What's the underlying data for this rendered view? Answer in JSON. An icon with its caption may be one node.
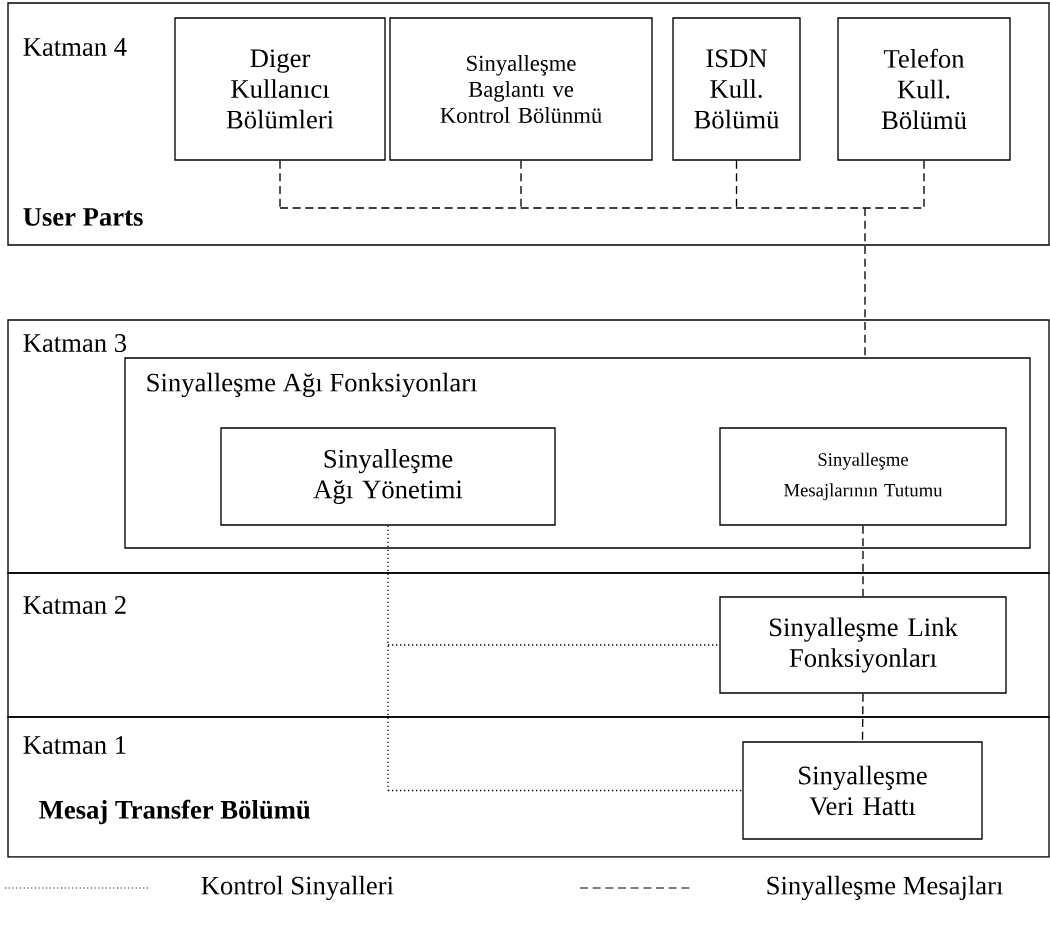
{
  "diagram": {
    "nodes": [
      {
        "text": [
          "Katman 4",
          "User Parts"
        ]
      },
      {
        "text": [
          "Diger Kullanıcı Bölümleri"
        ],
        "in": 0
      },
      {
        "text": [
          "Sinyalleşme Baglantı ve Kontrol Bölünmü"
        ],
        "in": 0
      },
      {
        "text": [
          "ISDN Kull. Bölümü"
        ],
        "in": 0
      },
      {
        "text": [
          "Telefon Kull. Bölümü"
        ],
        "in": 0
      },
      {
        "text": [
          "Katman 3"
        ]
      },
      {
        "text": [
          "Sinyalleşme Ağı Fonksiyonları"
        ],
        "in": 5
      },
      {
        "text": [
          "Sinyalleşme Ağı Yönetimi"
        ],
        "in": 6
      },
      {
        "text": [
          "Sinyalleşme Mesajlarının Tutumu"
        ],
        "in": 6
      },
      {
        "text": [
          "Katman 2"
        ]
      },
      {
        "text": [
          "Sinyalleşme Link Fonksiyonları"
        ],
        "in": 9
      },
      {
        "text": [
          "Katman 1",
          "Mesaj Transfer Bölümü"
        ]
      },
      {
        "text": [
          "Sinyalleşme Veri Hattı"
        ],
        "in": 11
      }
    ],
    "edges": [
      {
        "from": 1,
        "to": 6,
        "arrow": "none",
        "style": "dashed"
      },
      {
        "from": 2,
        "to": 6,
        "arrow": "none",
        "style": "dashed"
      },
      {
        "from": 3,
        "to": 6,
        "arrow": "none",
        "style": "dashed"
      },
      {
        "from": 4,
        "to": 6,
        "arrow": "none",
        "style": "dashed"
      },
      {
        "from": 8,
        "to": 10,
        "arrow": "none",
        "style": "dashed"
      },
      {
        "from": 10,
        "to": 12,
        "arrow": "none",
        "style": "dashed"
      },
      {
        "from": 7,
        "to": 10,
        "arrow": "none"
      },
      {
        "from": 7,
        "to": 12,
        "arrow": "none"
      }
    ],
    "legend": [
      {
        "text": "Kontrol Sinyalleri"
      },
      {
        "text": "Sinyalleşme Mesajları"
      }
    ]
  }
}
